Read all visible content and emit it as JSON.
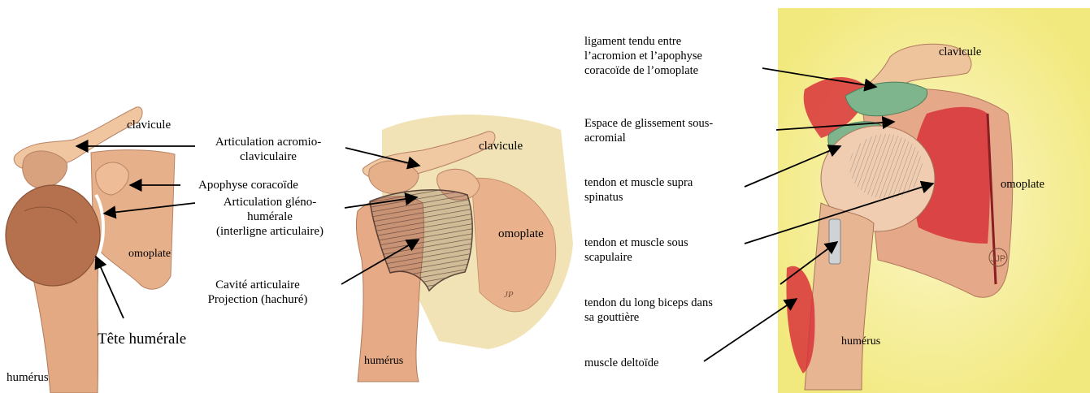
{
  "left_figure": {
    "clavicule": "clavicule",
    "omoplate": "omoplate",
    "tete_humerale": "Tête humérale",
    "humerus": "humérus"
  },
  "middle_labels": {
    "articulation_acromio_1": "Articulation acromio-",
    "articulation_acromio_2": "claviculaire",
    "apophyse_coracoide": "Apophyse coracoïde",
    "articulation_gleno_1": "Articulation gléno-",
    "articulation_gleno_2": "humérale",
    "articulation_gleno_3": "(interligne articulaire)",
    "cavite_1": "Cavité articulaire",
    "cavite_2": "Projection (hachuré)"
  },
  "middle_figure": {
    "clavicule": "clavicule",
    "omoplate": "omoplate",
    "humerus": "humérus",
    "signature": "JP"
  },
  "right_labels": {
    "ligament_1": "ligament tendu entre",
    "ligament_2": "l’acromion et l’apophyse",
    "ligament_3": "coracoïde de l’omoplate",
    "espace_1": "Espace de glissement sous-",
    "espace_2": "acromial",
    "supra_1": "tendon et muscle supra",
    "supra_2": "spinatus",
    "sous_1": "tendon et muscle sous",
    "sous_2": "scapulaire",
    "biceps_1": "tendon du long biceps dans",
    "biceps_2": "sa gouttière",
    "deltoide": "muscle deltoïde"
  },
  "right_figure": {
    "clavicule": "clavicule",
    "omoplate": "omoplate",
    "humerus": "humérus",
    "signature": "JJP"
  },
  "colors": {
    "bone": "#ecc09a",
    "bone_shadow": "#c98b63",
    "humerus_head": "#b6704c",
    "muscle_red": "#d8323a",
    "tendon_green": "#7fb58c",
    "background_yellow": "#f4ec8a",
    "background_beige": "#f1e3b5",
    "scapula": "#e9b28c"
  }
}
